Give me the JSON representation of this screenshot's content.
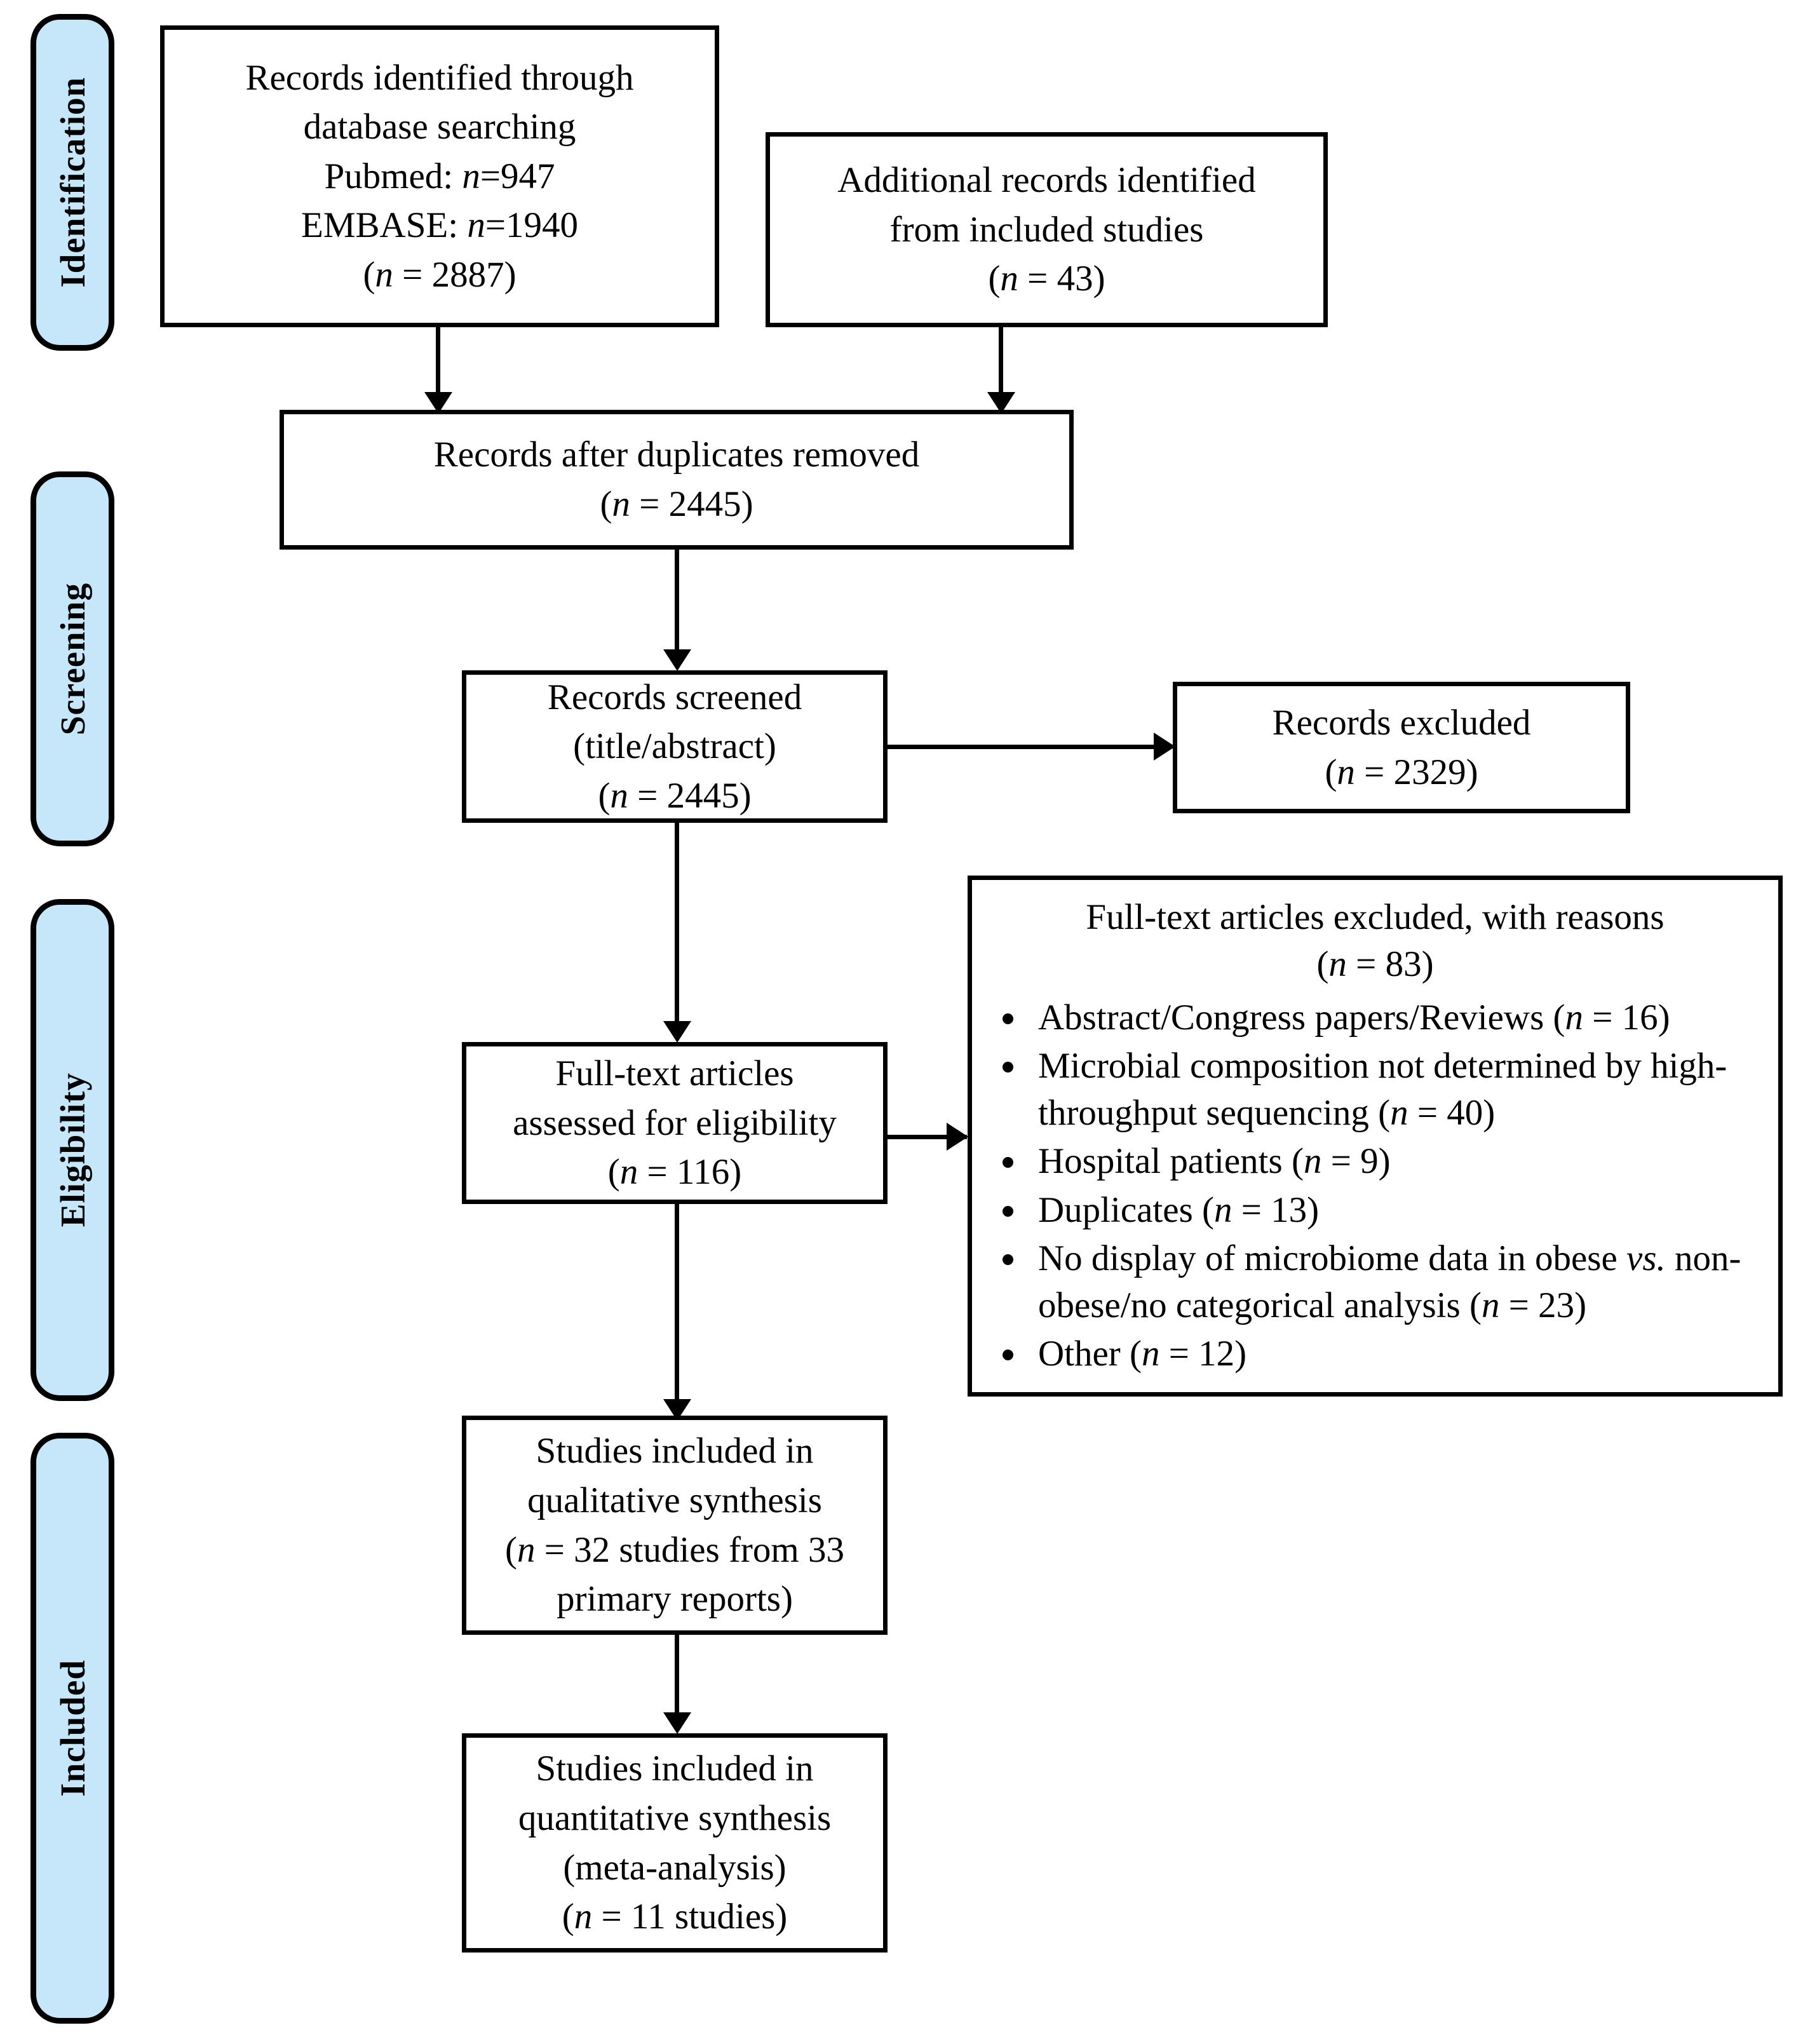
{
  "diagram": {
    "title": "PRISMA study selection flow diagram",
    "accent_color": "#c6e7fa",
    "line_color": "#000000",
    "background_color": "#ffffff"
  },
  "stages": [
    {
      "id": "identification",
      "label": "Identification"
    },
    {
      "id": "screening",
      "label": "Screening"
    },
    {
      "id": "eligibility",
      "label": "Eligibility"
    },
    {
      "id": "included",
      "label": "Included"
    }
  ],
  "boxes": {
    "identified": {
      "line1": "Records identified through",
      "line2": "database searching",
      "pubmed_label": "Pubmed: ",
      "pubmed_n": "n",
      "pubmed_value": "=947",
      "embase_label": "EMBASE: ",
      "embase_n": "n",
      "embase_value": "=1940",
      "total_open": "(",
      "total_n": "n",
      "total_value": " = 2887)"
    },
    "additional": {
      "line1": "Additional records identified",
      "line2": "from included studies",
      "count_open": "(",
      "count_n": "n",
      "count_value": " = 43)"
    },
    "duplicates_removed": {
      "line1": "Records after duplicates removed",
      "count_open": "(",
      "count_n": "n",
      "count_value": " = 2445)"
    },
    "screened": {
      "line1": "Records screened",
      "line2": "(title/abstract)",
      "count_open": "(",
      "count_n": "n",
      "count_value": " = 2445)"
    },
    "records_excluded": {
      "line1": "Records excluded",
      "count_open": "(",
      "count_n": "n",
      "count_value": " = 2329)"
    },
    "fulltext_assessed": {
      "line1": "Full-text articles",
      "line2": "assessed for eligibility",
      "count_open": "(",
      "count_n": "n",
      "count_value": " = 116)"
    },
    "fulltext_excluded": {
      "heading": "Full-text articles excluded, with reasons",
      "count_open": "(",
      "count_n": "n",
      "count_value": " = 83)",
      "reasons": [
        {
          "text_before": "Abstract/Congress papers/Reviews (",
          "italic_n": "n",
          "text_after": " = 16)"
        },
        {
          "text_before": "Microbial composition not determined by high-throughput sequencing (",
          "italic_n": "n",
          "text_after": " = 40)"
        },
        {
          "text_before": "Hospital patients (",
          "italic_n": "n",
          "text_after": " = 9)"
        },
        {
          "text_before": "Duplicates (",
          "italic_n": "n",
          "text_after": " = 13)"
        },
        {
          "text_before": "No display of microbiome data in obese ",
          "italic_mid": "vs.",
          "text_mid": " non-obese/no categorical analysis (",
          "italic_n": "n",
          "text_after": " = 23)"
        },
        {
          "text_before": "Other (",
          "italic_n": "n",
          "text_after": " = 12)"
        }
      ]
    },
    "qualitative": {
      "line1": "Studies included in",
      "line2": "qualitative synthesis",
      "count_open": "(",
      "count_n": "n",
      "count_value": " = 32 studies from 33",
      "count_line2": "primary reports)"
    },
    "quantitative": {
      "line1": "Studies included in",
      "line2": "quantitative synthesis",
      "line3": "(meta-analysis)",
      "count_open": "(",
      "count_n": "n",
      "count_value": " = 11 studies)"
    }
  }
}
